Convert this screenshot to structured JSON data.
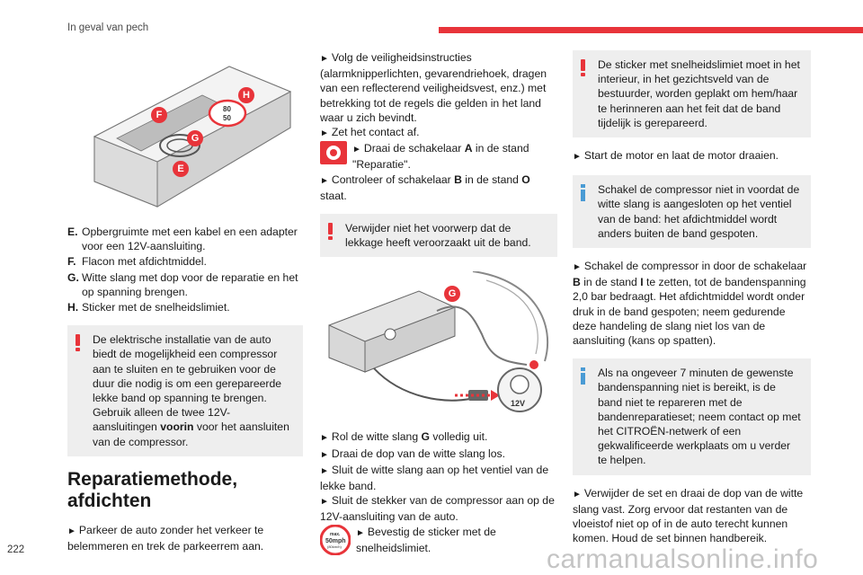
{
  "header": {
    "section_title": "In geval van pech",
    "page_number": "222"
  },
  "watermark": "carmanualsonline.info",
  "colors": {
    "accent_red": "#e8343a",
    "info_blue": "#4a9bd4",
    "box_gray": "#eeeeee"
  },
  "col1": {
    "figure_callouts": [
      "F",
      "H",
      "G",
      "E"
    ],
    "figure_speed_top": "80",
    "figure_speed_bottom": "50",
    "legend": [
      {
        "key": "E.",
        "text": "Opbergruimte met een kabel en een adapter voor een 12V-aansluiting."
      },
      {
        "key": "F.",
        "text": "Flacon met afdichtmiddel."
      },
      {
        "key": "G.",
        "text": "Witte slang met dop voor de reparatie en het op spanning brengen."
      },
      {
        "key": "H.",
        "text": "Sticker met de snelheidslimiet."
      }
    ],
    "warning_box": {
      "text1": "De elektrische installatie van de auto biedt de mogelijkheid een compressor aan te sluiten en te gebruiken voor de duur die nodig is om een gerepareerde lekke band op spanning te brengen.",
      "text2_prefix": "Gebruik alleen de twee 12V-aansluitingen ",
      "text2_bold": "voorin",
      "text2_suffix": " voor het aansluiten van de compressor."
    },
    "section_title": "Reparatiemethode, afdichten",
    "step1": "Parkeer de auto zonder het verkeer te belemmeren en trek de parkeerrem aan."
  },
  "col2": {
    "step_safety": "Volg de veiligheidsinstructies (alarmknipperlichten, gevarendriehoek, dragen van een reflecterend veiligheidsvest, enz.) met betrekking tot de regels die gelden in het land waar u zich bevindt.",
    "step_contact": "Zet het contact af.",
    "step_switch_a_prefix": "Draai de schakelaar ",
    "step_switch_a_bold": "A",
    "step_switch_a_suffix": " in de stand \"Reparatie\".",
    "step_switch_b_prefix": "Controleer of schakelaar ",
    "step_switch_b_bold1": "B",
    "step_switch_b_mid": " in de stand ",
    "step_switch_b_bold2": "O",
    "step_switch_b_suffix": " staat.",
    "warning": "Verwijder niet het voorwerp dat de lekkage heeft veroorzaakt uit de band.",
    "figure_callout": "G",
    "figure_socket_label": "12V",
    "step_unroll_prefix": "Rol de witte slang ",
    "step_unroll_bold": "G",
    "step_unroll_suffix": " volledig uit.",
    "step_cap": "Draai de dop van de witte slang los.",
    "step_valve": "Sluit de witte slang aan op het ventiel van de lekke band.",
    "step_plug": "Sluit de stekker van de compressor aan op de 12V-aansluiting van de auto.",
    "sticker_line1": "max.",
    "sticker_line2": "50mph",
    "sticker_line3": "(80km/h)",
    "step_sticker": "Bevestig de sticker met de snelheidslimiet."
  },
  "col3": {
    "warning": "De sticker met snelheidslimiet moet in het interieur, in het gezichtsveld van de bestuurder, worden geplakt om hem/haar te herinneren aan het feit dat de band tijdelijk is gerepareerd.",
    "step_engine": "Start de motor en laat de motor draaien.",
    "info1": "Schakel de compressor niet in voordat de witte slang is aangesloten op het ventiel van de band: het afdichtmiddel wordt anders buiten de band gespoten.",
    "step_compressor_prefix": "Schakel de compressor in door de schakelaar ",
    "step_compressor_bold1": "B",
    "step_compressor_mid": " in de stand ",
    "step_compressor_bold2": "I",
    "step_compressor_suffix": " te zetten, tot de bandenspanning 2,0 bar bedraagt. Het afdichtmiddel wordt onder druk in de band gespoten; neem gedurende deze handeling de slang niet los van de aansluiting (kans op spatten).",
    "info2": "Als na ongeveer 7 minuten de gewenste bandenspanning niet is bereikt, is de band niet te repareren met de bandenreparatieset; neem contact op met het CITROËN-netwerk of een gekwalificeerde werkplaats om u verder te helpen.",
    "step_remove": "Verwijder de set en draai de dop van de witte slang vast. Zorg ervoor dat restanten van de vloeistof niet op of in de auto terecht kunnen komen. Houd de set binnen handbereik."
  },
  "bullet_glyph": "►"
}
